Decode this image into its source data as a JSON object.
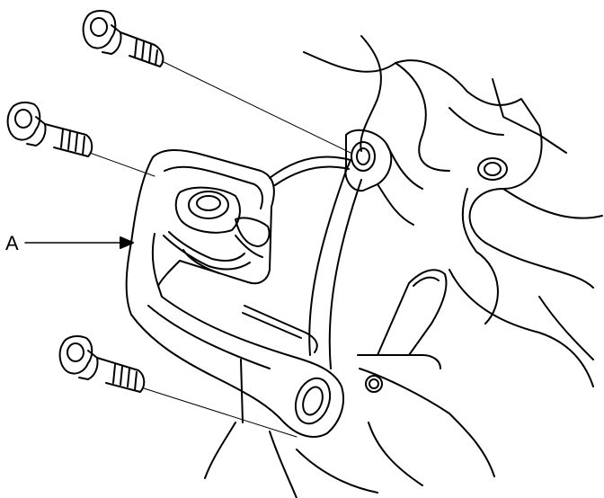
{
  "diagram": {
    "callouts": [
      {
        "label": "A",
        "target": "bracket"
      }
    ],
    "parts": [
      "bolt",
      "bolt",
      "bolt",
      "bracket",
      "mount",
      "engine-housing"
    ],
    "colors": {
      "line": "#000000",
      "background": "#ffffff"
    }
  }
}
